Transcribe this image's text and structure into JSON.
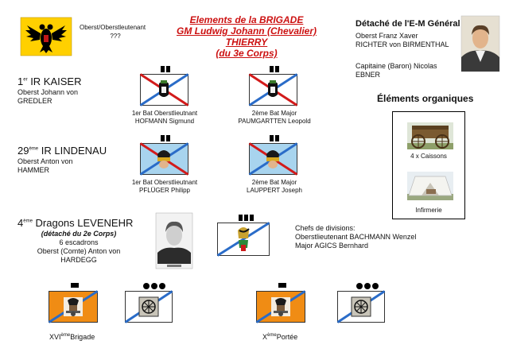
{
  "header": {
    "flag_caption_line1": "Oberst/Oberstleutenant",
    "flag_caption_line2": "???",
    "title_line1": "Elements de la BRIGADE",
    "title_line2": "GM Ludwig Johann (Chevalier)",
    "title_line3": "THIERRY",
    "title_line4": "(du 3e Corps)"
  },
  "detached": {
    "heading": "Détaché de l'E-M Général",
    "person1_line1": "Oberst Franz Xaver",
    "person1_line2": "RICHTER von BIRMENTHAL",
    "person2_line1": "Capitaine (Baron) Nicolas",
    "person2_line2": "EBNER"
  },
  "organic": {
    "heading": "Éléments organiques",
    "item1": "4 x Caissons",
    "item2": "Infirmerie"
  },
  "kaiser": {
    "num": "1",
    "sup": "er",
    "name": " IR KAISER",
    "commander_line1": "Oberst Johann von",
    "commander_line2": "GREDLER",
    "bat1_line1": "1er Bat Oberstlieutnant",
    "bat1_line2": "HOFMANN Sigmund",
    "bat2_line1": "2ème Bat Major",
    "bat2_line2": "PAUMGARTTEN Leopold"
  },
  "lindenau": {
    "num": "29",
    "sup": "ème",
    "name": " IR LINDENAU",
    "commander_line1": "Oberst Anton von",
    "commander_line2": "HAMMER",
    "bat1_line1": "1er Bat Oberstlieutnant",
    "bat1_line2": "PFLÜGER Philipp",
    "bat2_line1": "2ème Bat Major",
    "bat2_line2": "LAUPPERT Joseph"
  },
  "dragoons": {
    "num": "4",
    "sup": "ème",
    "name": " Dragons LEVENEHR",
    "detached_note": "(détaché du 2e Corps)",
    "squadrons": "6 escadrons",
    "commander_line1": "Oberst (Comte) Anton von",
    "commander_line2": "HARDEGG",
    "chefs_line1": "Chefs de divisions:",
    "chefs_line2": "Oberstlieutenant BACHMANN Wenzel",
    "chefs_line3": "Major AGICS Bernhard"
  },
  "artillery": {
    "left_prefix": "XVI",
    "left_sup": "ème",
    "left_suffix": "Brigade",
    "right_prefix": "X",
    "right_sup": "ème",
    "right_suffix": "Portée"
  },
  "colors": {
    "title_red": "#cc1111",
    "infantry_white_bg": "#ffffff",
    "infantry_lightblue_bg": "#a8d4ee",
    "saltire_red": "#d21b1b",
    "saltire_blue": "#2a6cc8",
    "artillery_orange": "#f08c14",
    "train_khaki": "#c8c49a"
  }
}
